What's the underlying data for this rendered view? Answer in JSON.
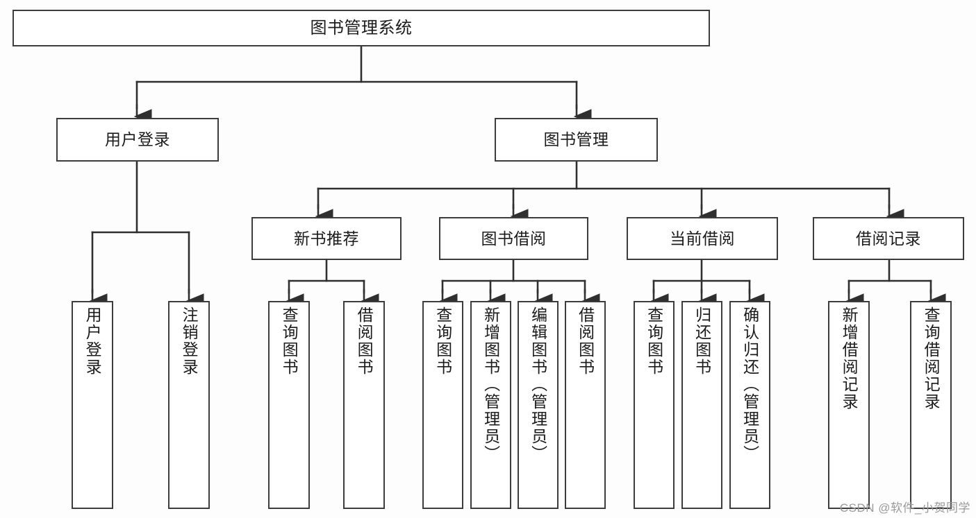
{
  "diagram": {
    "title": "图书管理系统",
    "type": "tree",
    "background_color": "#fdfdfd",
    "border_color": "#3c3c3c",
    "text_color": "#1b1b1b",
    "root": {
      "id": "root",
      "label": "图书管理系统"
    },
    "level2": [
      {
        "id": "login",
        "label": "用户登录"
      },
      {
        "id": "bookmgmt",
        "label": "图书管理"
      }
    ],
    "level3": [
      {
        "id": "newbook",
        "label": "新书推荐"
      },
      {
        "id": "borrow",
        "label": "图书借阅"
      },
      {
        "id": "current",
        "label": "当前借阅"
      },
      {
        "id": "records",
        "label": "借阅记录"
      }
    ],
    "leaves": {
      "login": [
        {
          "id": "leaf-user-login",
          "label": "用户登录"
        },
        {
          "id": "leaf-user-logout",
          "label": "注销登录"
        }
      ],
      "newbook": [
        {
          "id": "leaf-nb-query",
          "label": "查询图书"
        },
        {
          "id": "leaf-nb-borrow",
          "label": "借阅图书"
        }
      ],
      "borrow": [
        {
          "id": "leaf-bw-query",
          "label": "查询图书"
        },
        {
          "id": "leaf-bw-add",
          "label": "新增图书（管理员）"
        },
        {
          "id": "leaf-bw-edit",
          "label": "编辑图书（管理员）"
        },
        {
          "id": "leaf-bw-borrow",
          "label": "借阅图书"
        }
      ],
      "current": [
        {
          "id": "leaf-cb-query",
          "label": "查询图书"
        },
        {
          "id": "leaf-cb-return",
          "label": "归还图书"
        },
        {
          "id": "leaf-cb-confirm",
          "label": "确认归还（管理员）"
        }
      ],
      "records": [
        {
          "id": "leaf-rc-add",
          "label": "新增借阅记录"
        },
        {
          "id": "leaf-rc-query",
          "label": "查询借阅记录"
        }
      ]
    }
  },
  "watermark": {
    "text": "CSDN @软件_小贺同学"
  }
}
